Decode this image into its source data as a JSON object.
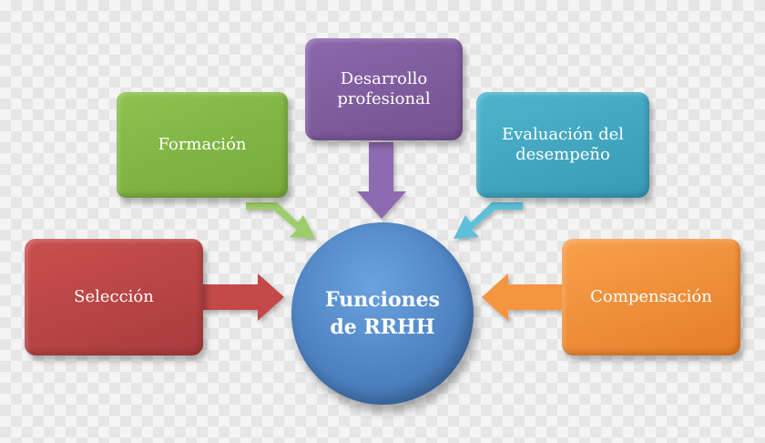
{
  "center": {
    "line1": "Funciones",
    "line2": "de RRHH"
  },
  "nodes": {
    "formacion": {
      "lines": [
        "Formación"
      ]
    },
    "desarrollo": {
      "lines": [
        "Desarrollo",
        "profesional"
      ]
    },
    "evaluacion": {
      "lines": [
        "Evaluación del",
        "desempeño"
      ]
    },
    "seleccion": {
      "lines": [
        "Selección"
      ]
    },
    "compensacion": {
      "lines": [
        "Compensación"
      ]
    }
  },
  "colors": {
    "formacion": "#7fb646",
    "desarrollo": "#805d9e",
    "evaluacion": "#43a7c2",
    "seleccion": "#bb4546",
    "compensacion": "#f08c38",
    "center": "#4f84c4"
  }
}
